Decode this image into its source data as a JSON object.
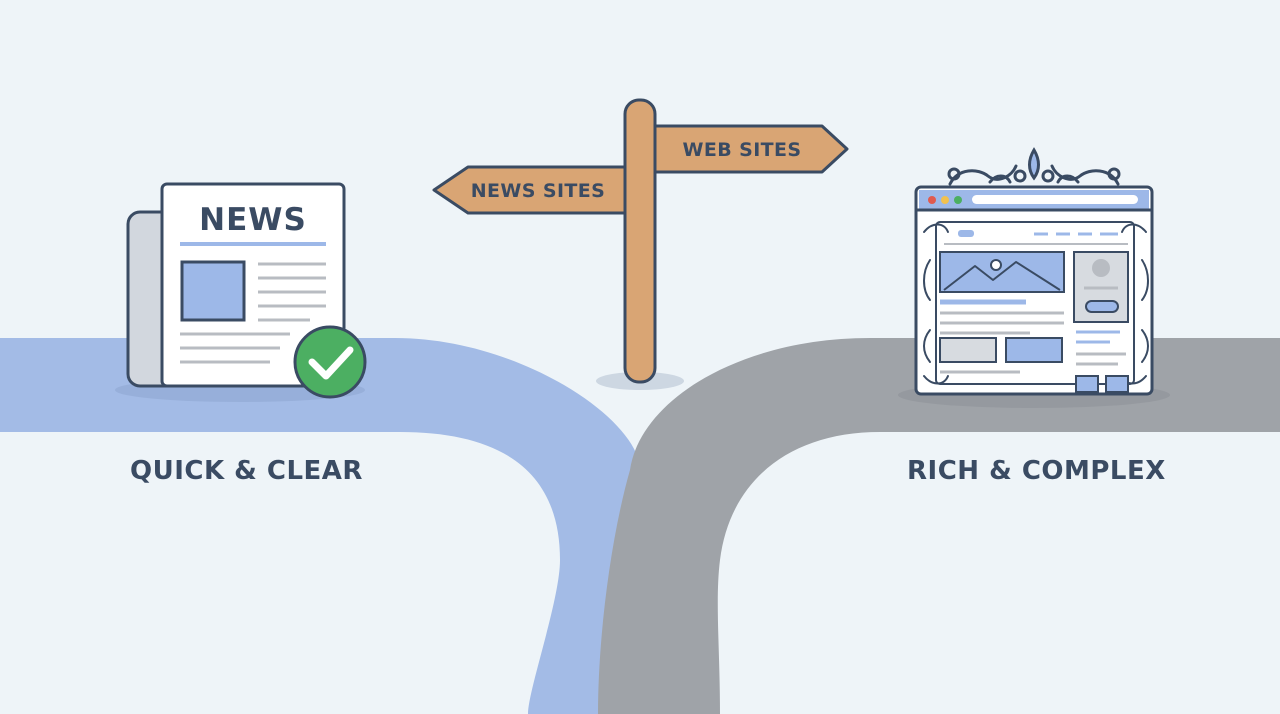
{
  "colors": {
    "background": "#eef4f8",
    "blue_path": "#a3bbe6",
    "gray_path": "#9fa3a8",
    "outline": "#3a4b63",
    "accent_blue": "#9db8e8",
    "sign_wood": "#d9a574",
    "check_green": "#4caf62"
  },
  "newspaper": {
    "title": "NEWS",
    "icons": [
      "newspaper-icon",
      "check-icon"
    ]
  },
  "signpost": {
    "left_sign": "NEWS SITES",
    "right_sign": "WEB SITES"
  },
  "website": {
    "icons": [
      "browser-window-icon",
      "ornate-crest-icon"
    ]
  },
  "captions": {
    "left": "QUICK & CLEAR",
    "right": "RICH & COMPLEX"
  }
}
